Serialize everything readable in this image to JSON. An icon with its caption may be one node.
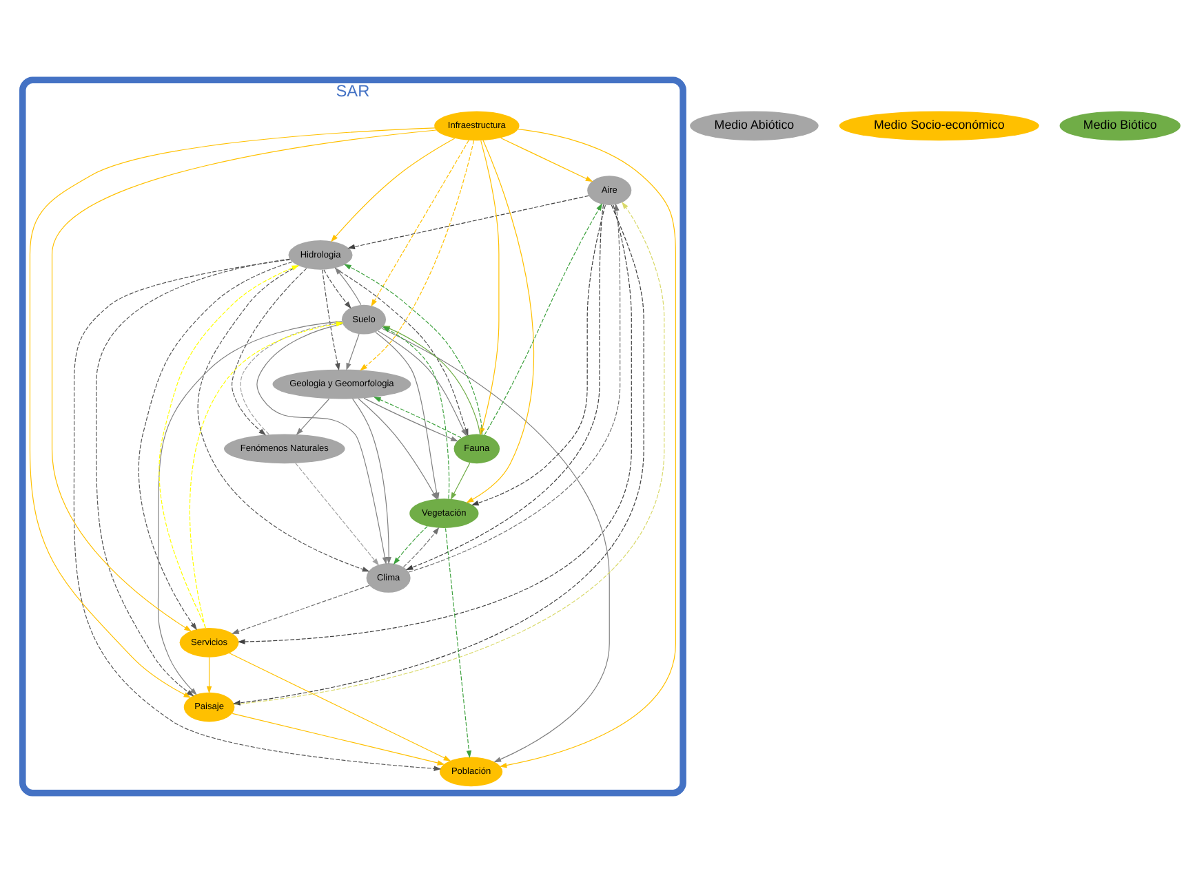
{
  "diagram": {
    "nodes": [
      {
        "text": [
          "SAR"
        ]
      },
      {
        "text": [
          "Medio Abiótico"
        ]
      },
      {
        "text": [
          "Medio Socio-económico"
        ]
      },
      {
        "text": [
          "Medio Biótico"
        ]
      },
      {
        "text": [
          "Aire"
        ],
        "in": 0
      },
      {
        "text": [
          "Hidrologia"
        ],
        "in": 0
      },
      {
        "text": [
          "Suelo"
        ],
        "in": 0
      },
      {
        "text": [
          "Geologia y Geomorfologia"
        ],
        "in": 0
      },
      {
        "text": [
          "Fenómenos Naturales"
        ],
        "in": 0
      },
      {
        "text": [
          "Clima"
        ],
        "in": 0
      },
      {
        "text": [
          "Infraestructura"
        ],
        "in": 0
      },
      {
        "text": [
          "Servicios"
        ],
        "in": 0
      },
      {
        "text": [
          "Paisaje"
        ],
        "in": 0
      },
      {
        "text": [
          "Población"
        ],
        "in": 0
      },
      {
        "text": [
          "Fauna"
        ],
        "in": 0
      },
      {
        "text": [
          "Vegetación"
        ],
        "in": 0
      }
    ],
    "edges": [
      {
        "from": 6,
        "to": 5,
        "arrow": "to",
        "color": "#808080"
      },
      {
        "from": 6,
        "to": 12,
        "arrow": "to",
        "color": "#808080"
      },
      {
        "from": 6,
        "to": 13,
        "arrow": "to",
        "color": "#808080"
      },
      {
        "from": 6,
        "to": 14,
        "arrow": "to",
        "color": "#808080"
      },
      {
        "from": 6,
        "to": 15,
        "arrow": "to",
        "color": "#808080"
      },
      {
        "from": 6,
        "to": 9,
        "arrow": "to",
        "color": "#808080"
      },
      {
        "from": 6,
        "to": 7,
        "arrow": "to",
        "color": "#808080"
      },
      {
        "from": 7,
        "to": 9,
        "arrow": "to",
        "color": "#808080"
      },
      {
        "from": 7,
        "to": 15,
        "arrow": "to",
        "color": "#808080"
      },
      {
        "from": 7,
        "to": 14,
        "arrow": "to",
        "color": "#808080"
      },
      {
        "from": 7,
        "to": 8,
        "arrow": "to",
        "color": "#808080"
      },
      {
        "from": 5,
        "to": 6,
        "arrow": "to",
        "style": "dashed",
        "color": "#555555"
      },
      {
        "from": 5,
        "to": 7,
        "arrow": "to",
        "style": "dashed",
        "color": "#555555"
      },
      {
        "from": 5,
        "to": 8,
        "arrow": "to",
        "style": "dashed",
        "color": "#555555"
      },
      {
        "from": 5,
        "to": 9,
        "arrow": "to",
        "style": "dashed",
        "color": "#555555"
      },
      {
        "from": 5,
        "to": 11,
        "arrow": "to",
        "style": "dashed",
        "color": "#555555"
      },
      {
        "from": 5,
        "to": 12,
        "arrow": "to",
        "style": "dashed",
        "color": "#555555"
      },
      {
        "from": 5,
        "to": 13,
        "arrow": "to",
        "style": "dashed",
        "color": "#555555"
      },
      {
        "from": 5,
        "to": 14,
        "arrow": "to",
        "style": "dashed",
        "color": "#555555"
      },
      {
        "from": 4,
        "to": 5,
        "arrow": "to",
        "style": "dashed",
        "color": "#404040"
      },
      {
        "from": 4,
        "to": 11,
        "arrow": "to",
        "style": "dashed",
        "color": "#404040"
      },
      {
        "from": 4,
        "to": 12,
        "arrow": "to",
        "style": "dashed",
        "color": "#404040"
      },
      {
        "from": 4,
        "to": 9,
        "arrow": "to",
        "style": "dashed",
        "color": "#404040"
      },
      {
        "from": 4,
        "to": 15,
        "arrow": "to",
        "style": "dashed",
        "color": "#404040"
      },
      {
        "from": 10,
        "to": 4,
        "arrow": "to",
        "color": "#ffc000"
      },
      {
        "from": 10,
        "to": 5,
        "arrow": "to",
        "color": "#ffc000"
      },
      {
        "from": 10,
        "to": 6,
        "arrow": "to",
        "style": "dashed",
        "color": "#ffc000"
      },
      {
        "from": 10,
        "to": 7,
        "arrow": "to",
        "style": "dashed",
        "color": "#ffc000"
      },
      {
        "from": 10,
        "to": 11,
        "arrow": "to",
        "color": "#ffc000"
      },
      {
        "from": 10,
        "to": 12,
        "arrow": "to",
        "color": "#ffc000"
      },
      {
        "from": 10,
        "to": 13,
        "arrow": "to",
        "color": "#ffc000"
      },
      {
        "from": 10,
        "to": 14,
        "arrow": "to",
        "color": "#ffc000"
      },
      {
        "from": 10,
        "to": 15,
        "arrow": "to",
        "color": "#ffc000"
      },
      {
        "from": 11,
        "to": 5,
        "arrow": "to",
        "style": "dashed",
        "color": "#ffff00"
      },
      {
        "from": 11,
        "to": 6,
        "arrow": "to",
        "style": "dashed",
        "color": "#ffff00"
      },
      {
        "from": 11,
        "to": 12,
        "arrow": "to",
        "color": "#ffc000"
      },
      {
        "from": 11,
        "to": 13,
        "arrow": "to",
        "color": "#ffc000"
      },
      {
        "from": 12,
        "to": 4,
        "arrow": "to",
        "style": "dashed",
        "color": "#d9d96a"
      },
      {
        "from": 12,
        "to": 13,
        "arrow": "to",
        "color": "#ffc000"
      },
      {
        "from": 14,
        "to": 4,
        "arrow": "to",
        "style": "dashed",
        "color": "#3da13d"
      },
      {
        "from": 14,
        "to": 5,
        "arrow": "to",
        "style": "dashed",
        "color": "#3da13d"
      },
      {
        "from": 14,
        "to": 6,
        "arrow": "to",
        "color": "#70ad47"
      },
      {
        "from": 14,
        "to": 7,
        "arrow": "to",
        "style": "dashed",
        "color": "#3da13d"
      },
      {
        "from": 14,
        "to": 15,
        "arrow": "to",
        "color": "#70ad47"
      },
      {
        "from": 15,
        "to": 9,
        "arrow": "to",
        "style": "dashed",
        "color": "#3da13d"
      },
      {
        "from": 15,
        "to": 6,
        "arrow": "to",
        "style": "dashed",
        "color": "#3da13d"
      },
      {
        "from": 15,
        "to": 13,
        "arrow": "to",
        "style": "dashed",
        "color": "#3da13d"
      },
      {
        "from": 8,
        "to": 9,
        "arrow": "to",
        "style": "dashed",
        "color": "#a0a0a0"
      },
      {
        "from": 8,
        "to": 6,
        "arrow": "to",
        "style": "dashed",
        "color": "#a0a0a0"
      },
      {
        "from": 9,
        "to": 4,
        "arrow": "to",
        "style": "dashed",
        "color": "#707070"
      },
      {
        "from": 9,
        "to": 15,
        "arrow": "to",
        "style": "dashed",
        "color": "#707070"
      },
      {
        "from": 9,
        "to": 11,
        "arrow": "to",
        "style": "dashed",
        "color": "#707070"
      }
    ]
  }
}
